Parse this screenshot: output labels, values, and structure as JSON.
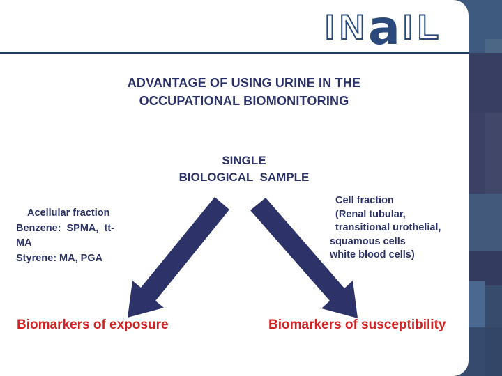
{
  "slide": {
    "logo": {
      "outline_left": "IN",
      "solid_letter": "a",
      "outline_right": "IL",
      "brand": "INAIL"
    },
    "title": {
      "line1": "ADVANTAGE OF USING URINE IN THE",
      "line2": "OCCUPATIONAL BIOMONITORING"
    },
    "subtitle": {
      "line1": "SINGLE",
      "line2": "BIOLOGICAL  SAMPLE"
    },
    "left_block": {
      "lines": [
        "Acellular fraction",
        "Benzene:  SPMA,  tt-",
        "MA",
        "Styrene: MA, PGA"
      ]
    },
    "right_block": {
      "lines": [
        "Cell fraction",
        "(Renal tubular,",
        "transitional urothelial,",
        "squamous cells",
        "white blood cells)"
      ]
    },
    "labels": {
      "exposure": "Biomarkers of exposure",
      "susceptibility": "Biomarkers of susceptibility"
    }
  },
  "colors": {
    "navy": "#2b3166",
    "red": "#d12323",
    "arrow": "#2d3269",
    "rule": "#1e3c5f",
    "logo": "#2b4a7b"
  }
}
